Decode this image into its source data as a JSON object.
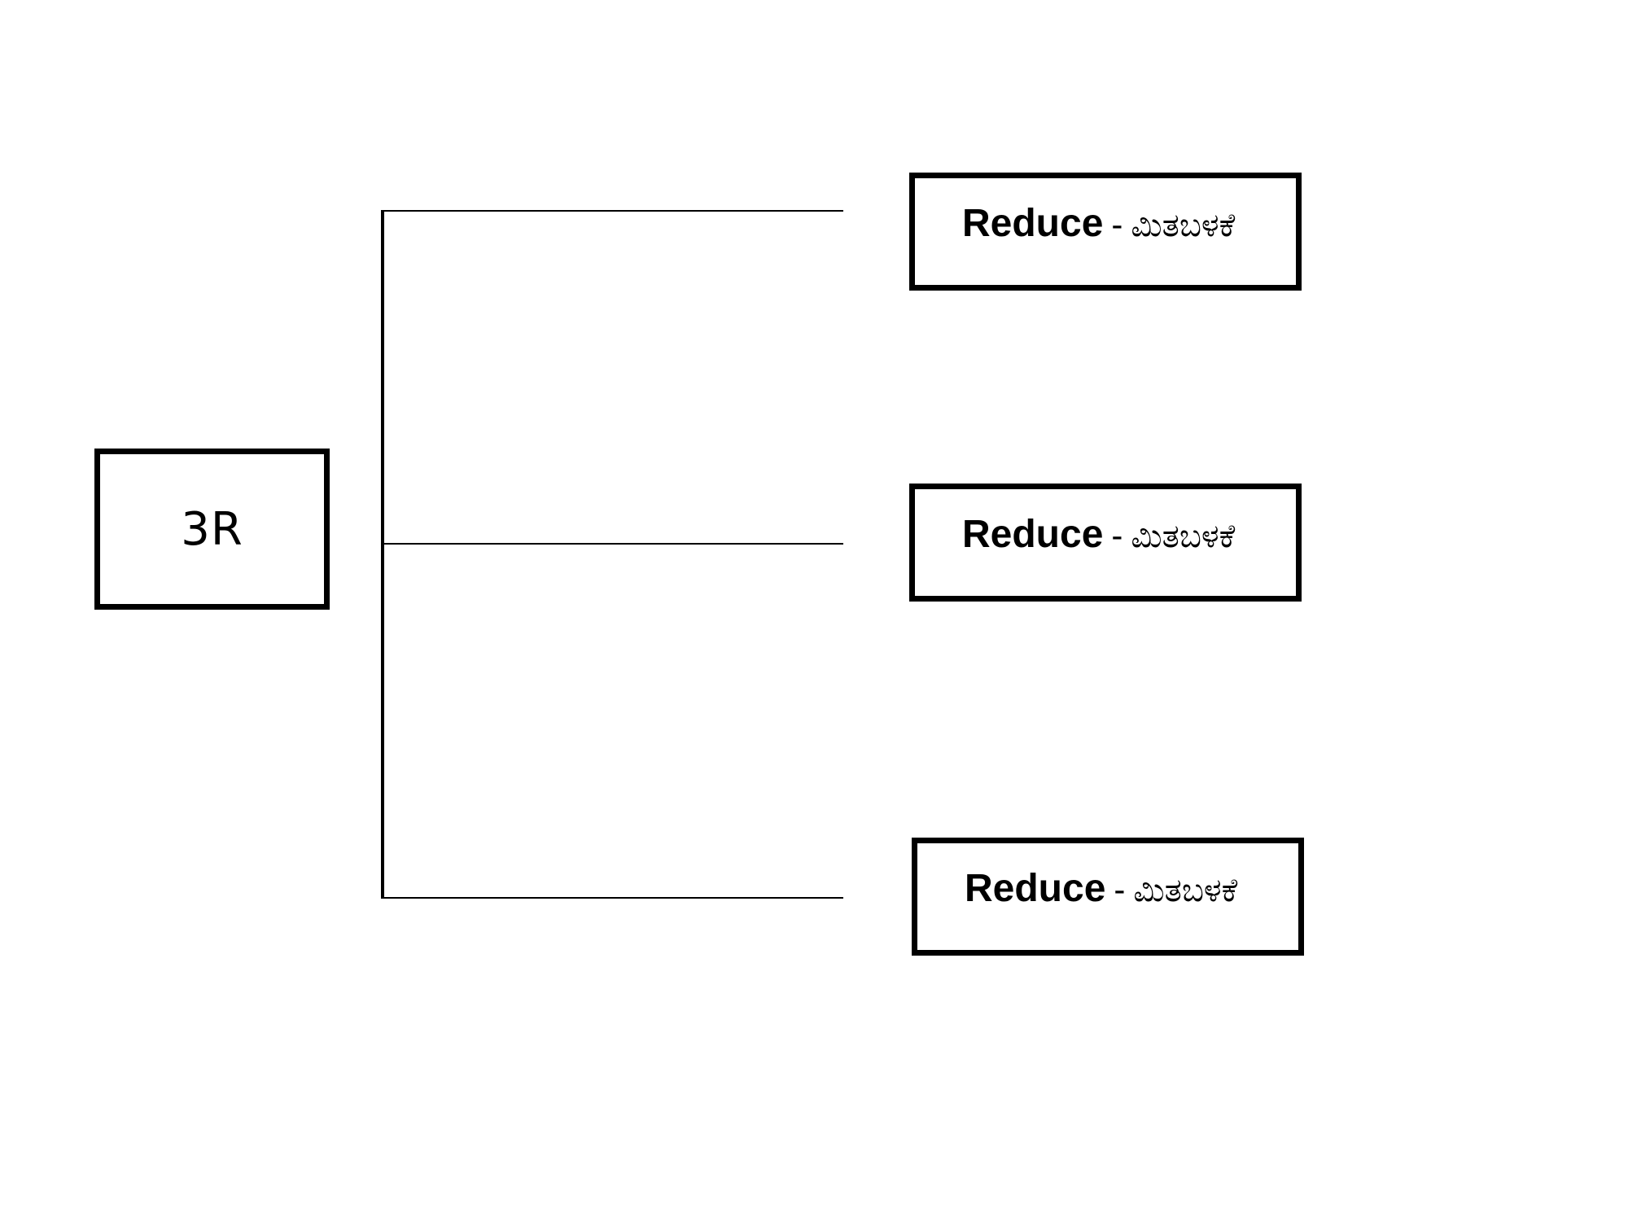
{
  "diagram": {
    "root": {
      "label": "3R"
    },
    "branches": [
      {
        "term": "Reduce",
        "separator": "-",
        "kannada": "ಮಿತಬಳಕೆ"
      },
      {
        "term": "Reduce",
        "separator": "-",
        "kannada": "ಮಿತಬಳಕೆ"
      },
      {
        "term": "Reduce",
        "separator": "-",
        "kannada": "ಮಿತಬಳಕೆ"
      }
    ]
  }
}
